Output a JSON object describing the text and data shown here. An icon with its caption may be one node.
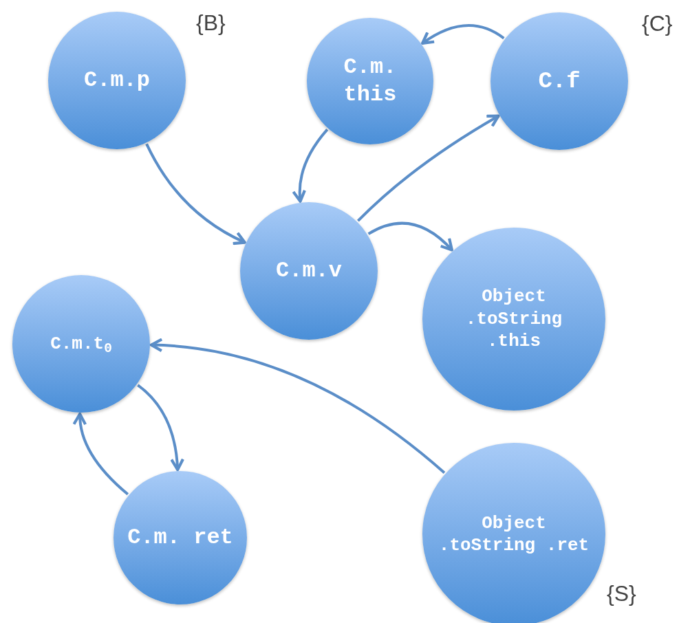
{
  "diagram": {
    "nodes": [
      {
        "text": [
          "C.m.p"
        ],
        "beside": [
          "{B}"
        ]
      },
      {
        "text": [
          "C.m. this"
        ]
      },
      {
        "text": [
          "C.f"
        ],
        "beside": [
          "{C}"
        ]
      },
      {
        "text": [
          "C.m.v"
        ]
      },
      {
        "text": [
          "Object .toString .this"
        ]
      },
      {
        "text": [
          "C.m.t$_{0}$"
        ]
      },
      {
        "text": [
          "C.m. ret"
        ]
      },
      {
        "text": [
          "Object .toString .ret"
        ],
        "beside": [
          "{S}"
        ]
      }
    ],
    "edges": [
      {
        "from": 0,
        "to": 3,
        "arrow": "to"
      },
      {
        "from": 1,
        "to": 3,
        "arrow": "to"
      },
      {
        "from": 3,
        "to": 2,
        "arrow": "to"
      },
      {
        "from": 2,
        "to": 1,
        "arrow": "to"
      },
      {
        "from": 3,
        "to": 4,
        "arrow": "to"
      },
      {
        "from": 5,
        "to": 6,
        "arrow": "to"
      },
      {
        "from": 6,
        "to": 5,
        "arrow": "to"
      },
      {
        "from": 7,
        "to": 5,
        "arrow": "to"
      }
    ]
  }
}
